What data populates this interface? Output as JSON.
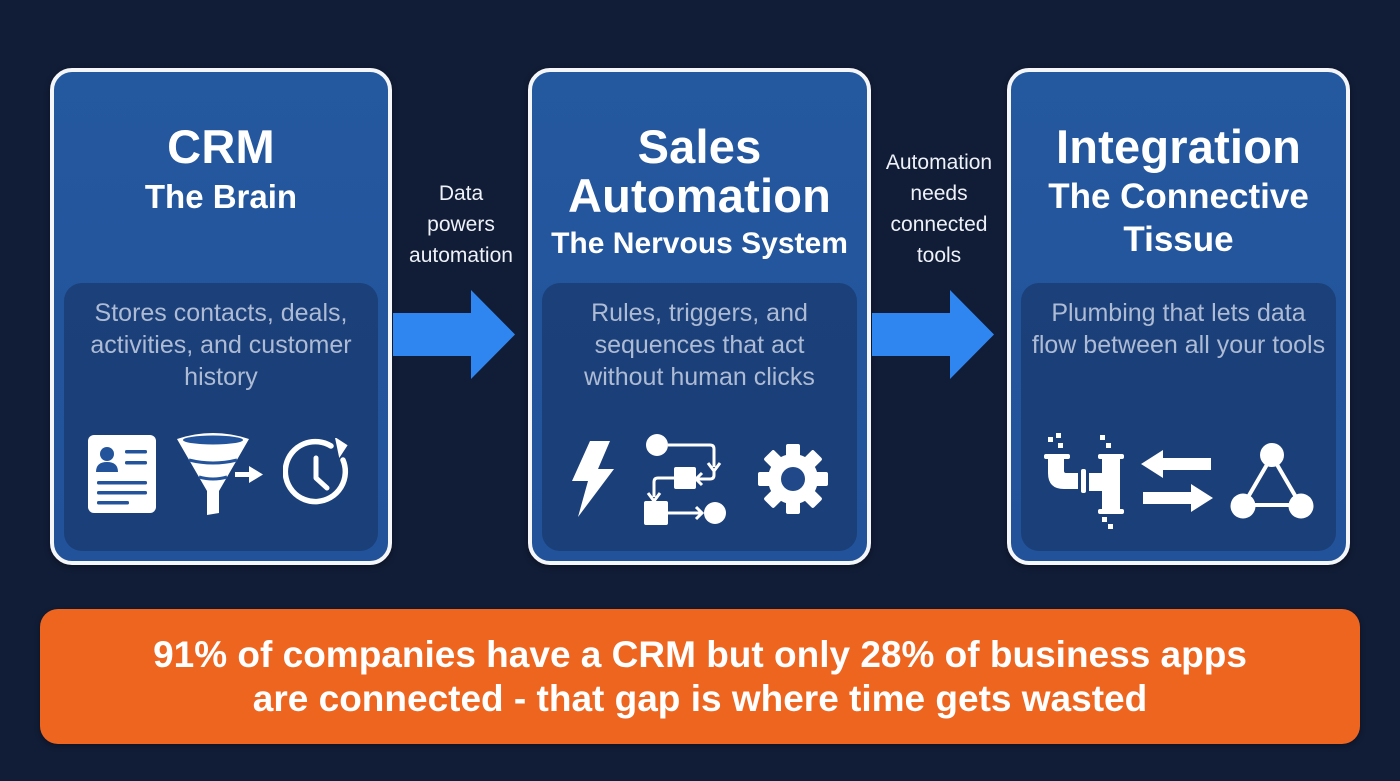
{
  "colors": {
    "background": "#111c36",
    "card_fill": "#23549b",
    "card_border": "#f4f6fa",
    "panel_fill": "#1f4684",
    "description_text": "#aebbd4",
    "arrow": "#2f86f0",
    "banner": "#ee6520",
    "text": "#ffffff"
  },
  "cards": [
    {
      "title": "CRM",
      "subtitle": "The Brain",
      "description": "Stores contacts, deals, activities, and customer history",
      "icons": [
        "contact-card-icon",
        "funnel-icon",
        "history-clock-icon"
      ]
    },
    {
      "title_line1": "Sales",
      "title_line2": "Automation",
      "subtitle": "The Nervous System",
      "description": "Rules, triggers, and sequences that act without human clicks",
      "icons": [
        "lightning-bolt-icon",
        "workflow-icon",
        "gear-icon"
      ]
    },
    {
      "title": "Integration",
      "subtitle_line1": "The Connective",
      "subtitle_line2": "Tissue",
      "description": "Plumbing that lets data flow between all your tools",
      "icons": [
        "pipes-icon",
        "swap-arrows-icon",
        "network-triangle-icon"
      ]
    }
  ],
  "connectors": [
    {
      "label_lines": [
        "Data",
        "powers",
        "automation"
      ],
      "icon": "arrow-right-icon"
    },
    {
      "label_lines": [
        "Automation",
        "needs",
        "connected",
        "tools"
      ],
      "icon": "arrow-right-icon"
    }
  ],
  "banner": {
    "line1": "91% of companies have a CRM but only 28% of business apps",
    "line2": "are connected - that gap is where time gets wasted",
    "stats": {
      "crm_adoption_pct": 91,
      "apps_connected_pct": 28
    }
  }
}
